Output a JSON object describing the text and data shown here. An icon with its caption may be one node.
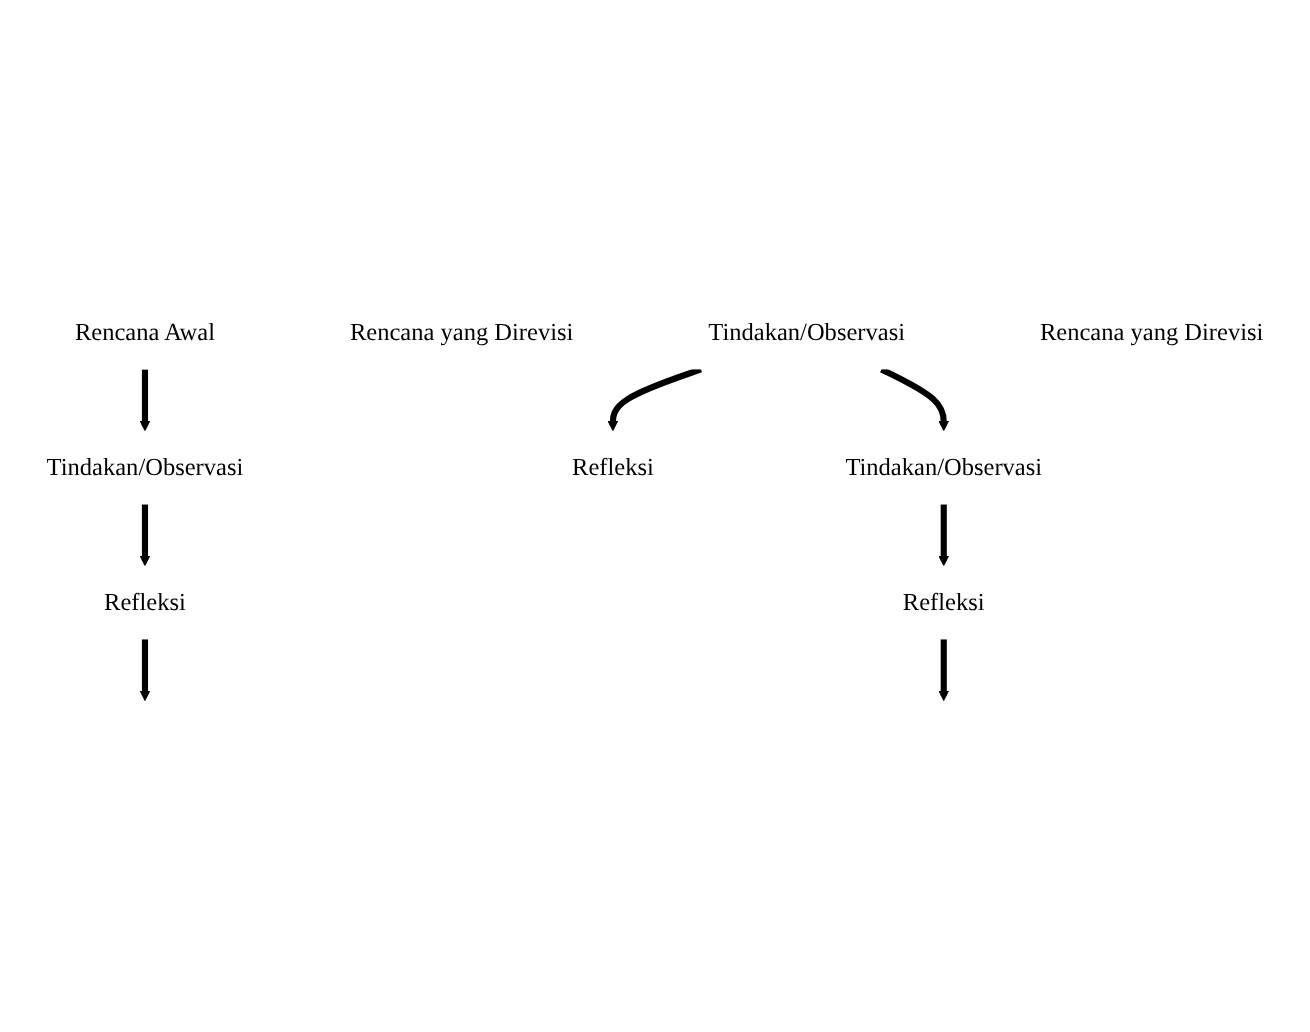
{
  "diagram": {
    "nodes": [
      {
        "text": [
          "Rencana Awal"
        ]
      },
      {
        "text": [
          "Refleksi"
        ]
      },
      {
        "text": [
          "Tindakan/Observasi"
        ]
      },
      {
        "text": [
          "Rencana yang Direvisi"
        ]
      },
      {
        "text": [
          "Refleksi"
        ]
      },
      {
        "text": [
          "Tindakan/Observasi"
        ]
      },
      {
        "text": [
          "Rencana yang Direvisi"
        ]
      },
      {
        "text": [
          "Refleksi"
        ]
      },
      {
        "text": [
          "Tindakan/Observasi"
        ]
      }
    ],
    "edges": [
      {
        "from": 0,
        "to": 2,
        "arrow": "to"
      },
      {
        "from": 2,
        "to": 1,
        "arrow": "to"
      },
      {
        "from": 1,
        "to": null,
        "arrow": "to"
      },
      {
        "from": 5,
        "to": 4,
        "arrow": "to"
      },
      {
        "from": 5,
        "to": 8,
        "arrow": "to"
      },
      {
        "from": 8,
        "to": 7,
        "arrow": "to"
      },
      {
        "from": 7,
        "to": null,
        "arrow": "to"
      }
    ]
  }
}
